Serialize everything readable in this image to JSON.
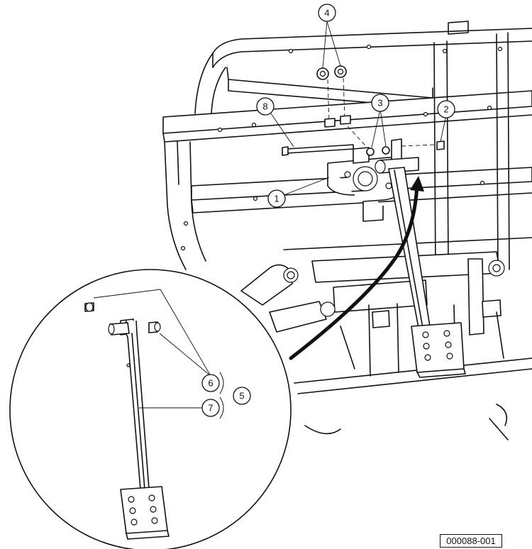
{
  "callouts": [
    {
      "id": "c1",
      "label": "1"
    },
    {
      "id": "c2",
      "label": "2"
    },
    {
      "id": "c3",
      "label": "3"
    },
    {
      "id": "c4",
      "label": "4"
    },
    {
      "id": "c5",
      "label": "5"
    },
    {
      "id": "c6",
      "label": "6"
    },
    {
      "id": "c7",
      "label": "7"
    },
    {
      "id": "c8",
      "label": "8"
    }
  ],
  "figure_id": "000088-001"
}
